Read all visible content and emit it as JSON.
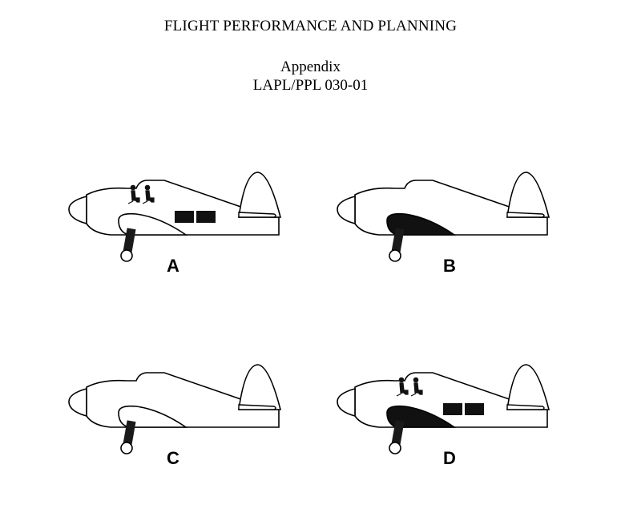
{
  "page": {
    "title": "FLIGHT PERFORMANCE AND PLANNING",
    "subtitle_line1": "Appendix",
    "subtitle_line2": "LAPL/PPL 030-01"
  },
  "figures": [
    {
      "label": "A",
      "passengers": true,
      "baggage": true,
      "tank_full": false
    },
    {
      "label": "B",
      "passengers": false,
      "baggage": false,
      "tank_full": true
    },
    {
      "label": "C",
      "passengers": false,
      "baggage": false,
      "tank_full": false
    },
    {
      "label": "D",
      "passengers": true,
      "baggage": true,
      "tank_full": true
    }
  ]
}
